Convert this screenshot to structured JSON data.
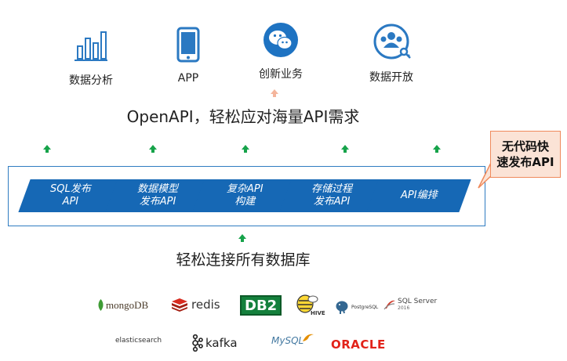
{
  "top_items": [
    {
      "label": "数据分析",
      "icon": "bar-chart-icon"
    },
    {
      "label": "APP",
      "icon": "mobile-phone-icon"
    },
    {
      "label": "创新业务",
      "icon": "wechat-icon"
    },
    {
      "label": "数据开放",
      "icon": "users-key-icon"
    }
  ],
  "main_title": "OpenAPI，轻松应对海量API需求",
  "api_items": [
    {
      "label": "SQL发布\nAPI"
    },
    {
      "label": "数据模型\n发布API"
    },
    {
      "label": "复杂API\n构建"
    },
    {
      "label": "存储过程\n发布API"
    },
    {
      "label": "API编排"
    }
  ],
  "callout": "无代码快\n速发布API",
  "bottom_title": "轻松连接所有数据库",
  "databases": {
    "mongodb": "mongoDB",
    "redis": "redis",
    "db2": "DB2",
    "hive": "HIVE",
    "postgresql": "PostgreSQL",
    "sqlserver": "SQL Server",
    "sqlserver_year": "2016",
    "elasticsearch": "elasticsearch",
    "kafka": "kafka",
    "mysql": "MySQL",
    "oracle": "ORACLE"
  },
  "colors": {
    "primary_blue": "#1668b5",
    "arrow_green": "#16a34a",
    "callout_border": "#ef8a5c",
    "callout_fill": "#fbe3d6"
  }
}
